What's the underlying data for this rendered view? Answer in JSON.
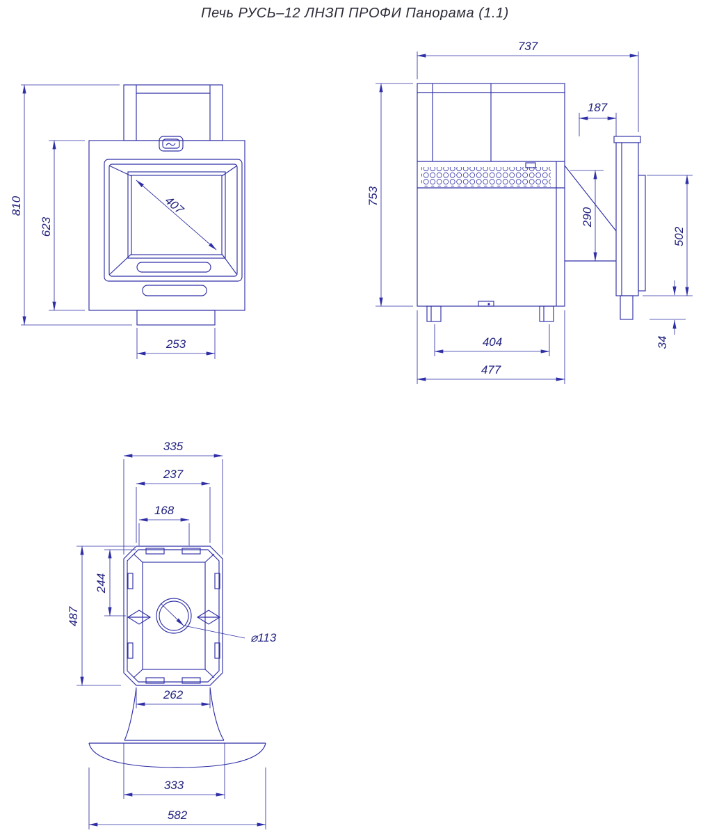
{
  "title": "Печь РУСЬ–12 ЛНЗП ПРОФИ Панорама (1.1)",
  "colors": {
    "line": "#2e2ea6",
    "dim_text": "#20207e"
  },
  "views": {
    "front": {
      "dims": {
        "overall_height": "810",
        "body_height": "623",
        "glass_diagonal": "407",
        "pedestal_width": "253"
      }
    },
    "side": {
      "dims": {
        "overall_depth": "737",
        "door_offset": "187",
        "body_height": "753",
        "panel_inner_height": "290",
        "panel_height": "502",
        "floor_gap": "34",
        "feet_span": "404",
        "body_depth": "477"
      }
    },
    "top": {
      "dims": {
        "casing_width": "335",
        "top_width": "237",
        "vent_width": "168",
        "flue_center_offset": "244",
        "casing_depth": "487",
        "flue_diameter": "⌀113",
        "bottom_width": "262",
        "skirt_width": "333",
        "base_plate_width": "582"
      }
    }
  }
}
